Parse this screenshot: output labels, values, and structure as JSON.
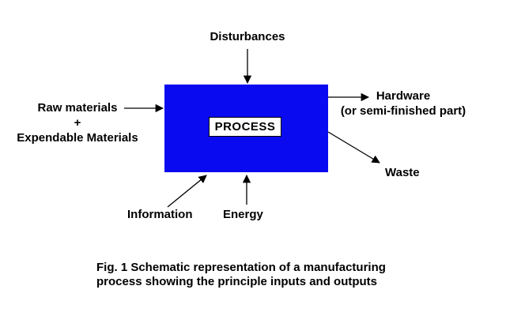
{
  "diagram": {
    "process_label": "PROCESS",
    "labels": {
      "disturbances": "Disturbances",
      "raw_materials": "Raw materials",
      "plus": "+",
      "expendable_materials": "Expendable Materials",
      "hardware": "Hardware",
      "hardware_sub": "(or semi-finished part)",
      "waste": "Waste",
      "information": "Information",
      "energy": "Energy"
    },
    "caption": {
      "line1": "Fig. 1 Schematic representation of a manufacturing",
      "line2": "process showing the principle inputs and outputs"
    },
    "colors": {
      "process_box_fill": "#0a0af0",
      "process_label_bg": "#ffffff",
      "arrow": "#000000",
      "text": "#000000",
      "background": "#ffffff"
    }
  }
}
